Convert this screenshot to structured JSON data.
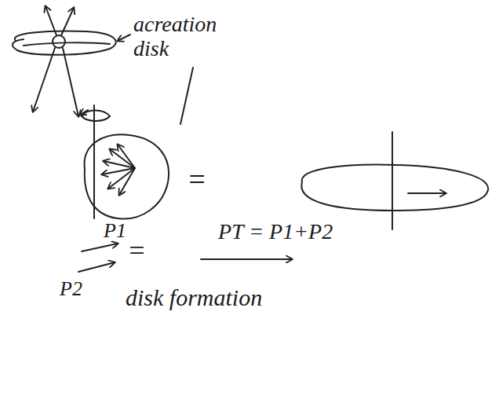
{
  "diagram": {
    "labels": [
      "acreation disk",
      "=",
      "P1",
      "=",
      "PT = P1+P2",
      "P2",
      "disk formation"
    ]
  }
}
